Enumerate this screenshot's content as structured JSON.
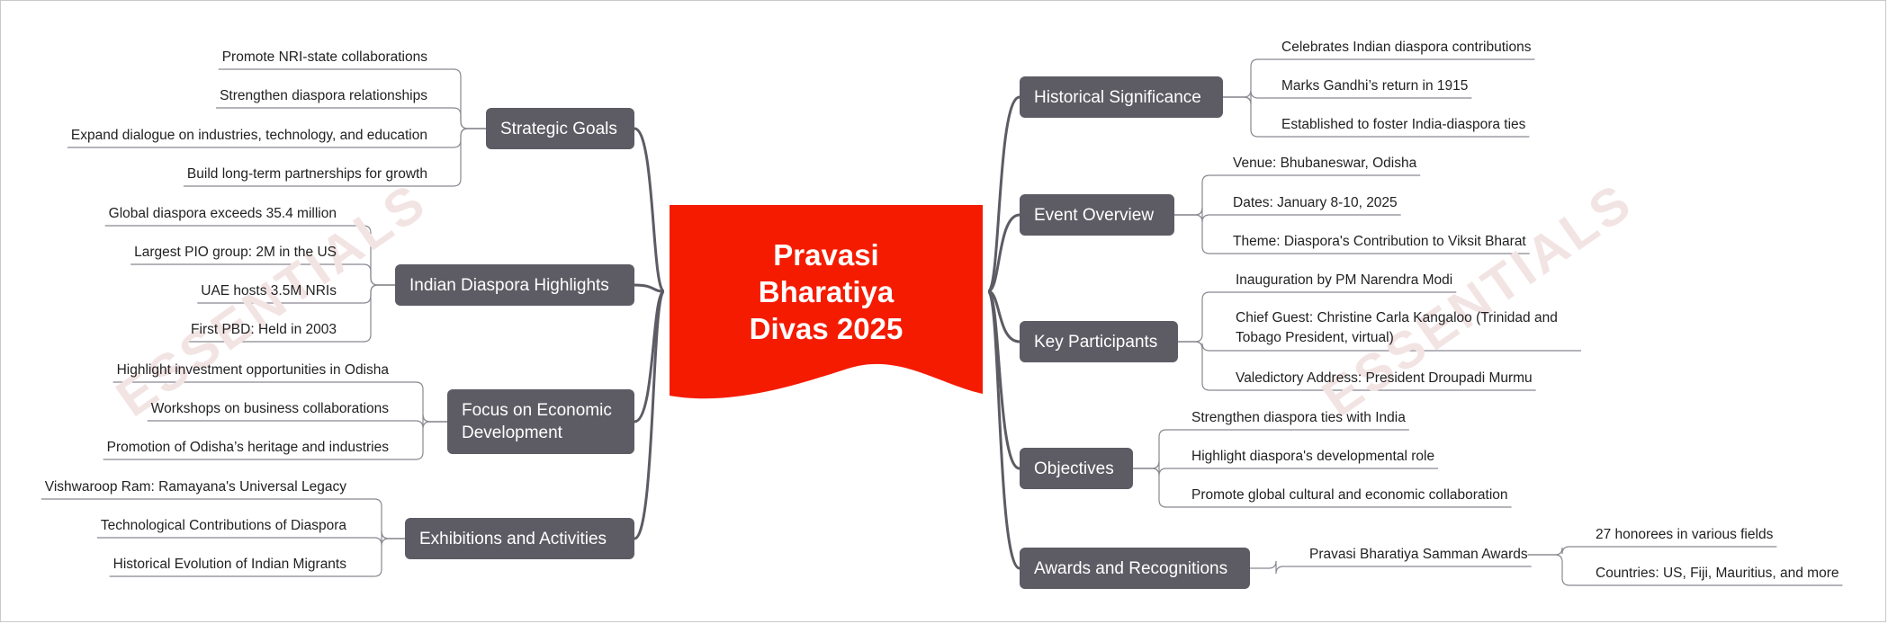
{
  "central_topic": "Pravasi Bharatiya Divas 2025",
  "colors": {
    "central": "#f51b00",
    "branch": "#5d5b63",
    "branch_text": "#ffffff",
    "line": "#5d5b63",
    "leaf_line": "#8a8890"
  },
  "right_branches": [
    {
      "label": "Historical Significance",
      "children": [
        "Celebrates Indian diaspora contributions",
        "Marks Gandhi’s return in 1915",
        "Established to foster India-diaspora ties"
      ]
    },
    {
      "label": "Event Overview",
      "children": [
        "Venue: Bhubaneswar, Odisha",
        "Dates: January 8-10, 2025",
        "Theme: Diaspora's Contribution to Viksit Bharat"
      ]
    },
    {
      "label": "Key Participants",
      "children": [
        "Inauguration by PM Narendra Modi",
        "Chief Guest: Christine Carla Kangaloo (Trinidad and Tobago President, virtual)",
        "Valedictory Address: President Droupadi Murmu"
      ]
    },
    {
      "label": "Objectives",
      "children": [
        "Strengthen diaspora ties with India",
        "Highlight diaspora's developmental role",
        "Promote global cultural and economic collaboration"
      ]
    },
    {
      "label": "Awards and Recognitions",
      "sub_label": "Pravasi Bharatiya Samman Awards",
      "children": [
        "27 honorees in various fields",
        "Countries: US, Fiji, Mauritius, and more"
      ]
    }
  ],
  "left_branches": [
    {
      "label": "Strategic Goals",
      "children": [
        "Promote NRI-state collaborations",
        "Strengthen diaspora relationships",
        "Expand dialogue on industries, technology, and education",
        "Build long-term partnerships for growth"
      ]
    },
    {
      "label": "Indian Diaspora Highlights",
      "children": [
        "Global diaspora exceeds 35.4 million",
        "Largest PIO group: 2M in the US",
        "UAE hosts 3.5M NRIs",
        "First PBD: Held in 2003"
      ]
    },
    {
      "label": "Focus on Economic Development",
      "children": [
        "Highlight investment opportunities in Odisha",
        "Workshops on business collaborations",
        "Promotion of Odisha’s heritage and industries"
      ]
    },
    {
      "label": "Exhibitions and Activities",
      "children": [
        "Vishwaroop Ram: Ramayana's Universal Legacy",
        "Technological Contributions of Diaspora",
        "Historical Evolution of Indian Migrants"
      ]
    }
  ]
}
